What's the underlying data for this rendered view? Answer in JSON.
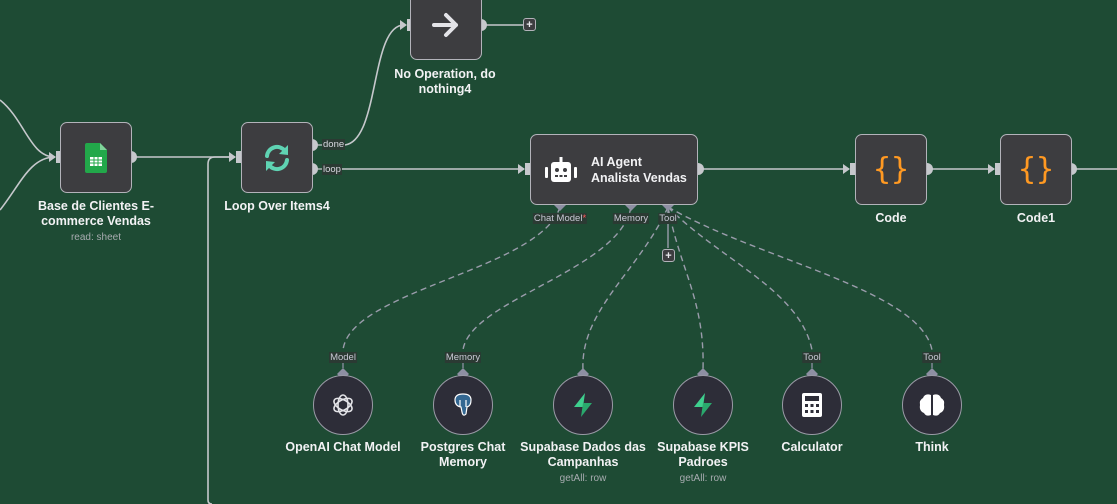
{
  "canvas": {
    "background": "#1e4b34"
  },
  "nodes": {
    "sheets": {
      "title": "Base de Clientes E-commerce Vendas",
      "title_line1": "Base de Clientes E-",
      "title_line2": "commerce Vendas",
      "subtitle": "read: sheet",
      "icon": "google-sheets-icon"
    },
    "loop": {
      "title": "Loop Over Items4",
      "icon": "loop-icon",
      "outputs": [
        "done",
        "loop"
      ]
    },
    "noop": {
      "title_line1": "No Operation, do",
      "title_line2": "nothing4",
      "icon": "arrow-right-icon"
    },
    "agent": {
      "title_line1": "AI Agent",
      "title_line2": "Analista Vendas",
      "icon": "robot-icon",
      "ports": {
        "chat_model": "Chat Model",
        "required_mark": "*",
        "memory": "Memory",
        "tool": "Tool"
      }
    },
    "code": {
      "title": "Code",
      "icon": "code-braces-icon"
    },
    "code1": {
      "title": "Code1",
      "icon": "code-braces-icon"
    }
  },
  "sub_nodes": [
    {
      "title_line1": "OpenAI Chat Model",
      "title_line2": "",
      "subtitle": "",
      "port": "Model",
      "icon": "openai-icon"
    },
    {
      "title_line1": "Postgres Chat",
      "title_line2": "Memory",
      "subtitle": "",
      "port": "Memory",
      "icon": "postgres-icon"
    },
    {
      "title_line1": "Supabase Dados das",
      "title_line2": "Campanhas",
      "subtitle": "getAll: row",
      "port": "",
      "icon": "supabase-icon"
    },
    {
      "title_line1": "Supabase KPIS",
      "title_line2": "Padroes",
      "subtitle": "getAll: row",
      "port": "",
      "icon": "supabase-icon"
    },
    {
      "title_line1": "Calculator",
      "title_line2": "",
      "subtitle": "",
      "port": "Tool",
      "icon": "calculator-icon"
    },
    {
      "title_line1": "Think",
      "title_line2": "",
      "subtitle": "",
      "port": "Tool",
      "icon": "brain-icon"
    }
  ],
  "buttons": {
    "add_node": "+",
    "add_tool": "+"
  },
  "colors": {
    "code_accent": "#ff9922",
    "sheets_green": "#22a84a",
    "loop_teal": "#5fd3b3",
    "supabase_green": "#3ecf8e"
  }
}
